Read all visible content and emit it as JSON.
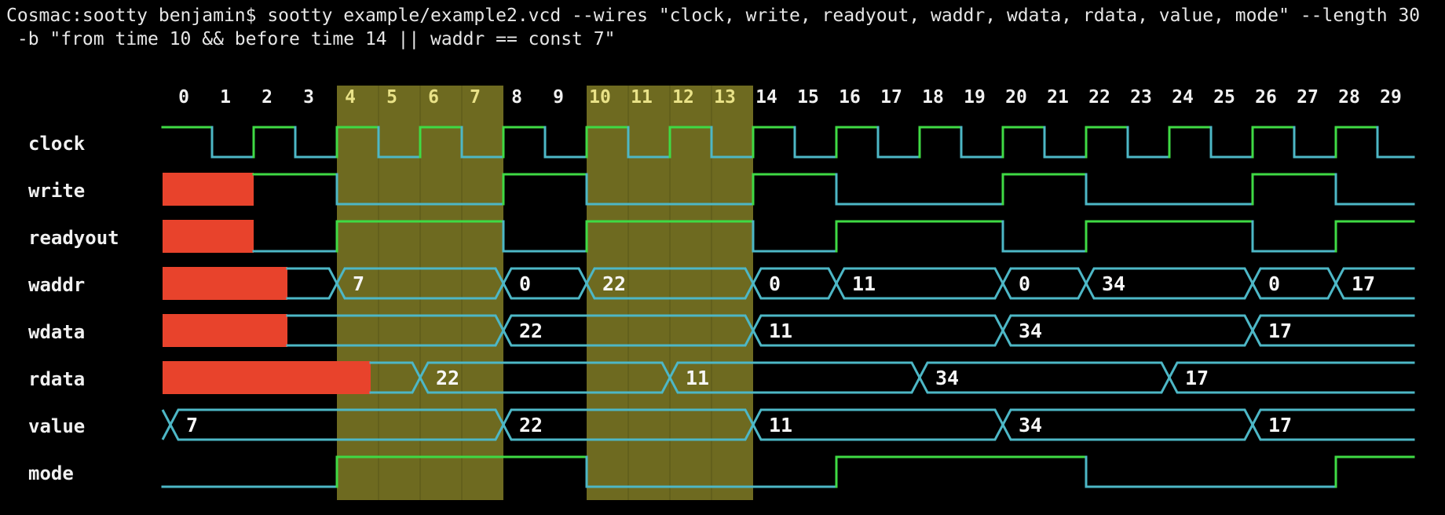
{
  "terminal": {
    "line1": "Cosmac:sootty benjamin$ sootty example/example2.vcd --wires \"clock, write, readyout, waddr, wdata, rdata, value, mode\" --length 30",
    "line2": " -b \"from time 10 && before time 14 || waddr == const 7\""
  },
  "colors": {
    "background": "#000000",
    "high_green": "#3fda44",
    "low_teal": "#4db7c6",
    "undefined_red": "#e8432c",
    "highlight_olive": "#6e6a20",
    "axis_text": "#f0f0f0",
    "axis_text_highlighted": "#e9e287",
    "signal_text": "#f0f0f0",
    "bus_text": "#f7f7f7"
  },
  "axis": {
    "ticks": [
      0,
      1,
      2,
      3,
      4,
      5,
      6,
      7,
      8,
      9,
      10,
      11,
      12,
      13,
      14,
      15,
      16,
      17,
      18,
      19,
      20,
      21,
      22,
      23,
      24,
      25,
      26,
      27,
      28,
      29
    ],
    "highlighted_ticks": [
      4,
      5,
      6,
      7,
      10,
      11,
      12,
      13
    ]
  },
  "breakpoint_highlights": [
    {
      "from_time": 4,
      "to_time": 8
    },
    {
      "from_time": 10,
      "to_time": 14
    }
  ],
  "signals": [
    {
      "name": "clock",
      "type": "binary",
      "wave": "101010101010101010101010101010"
    },
    {
      "name": "write",
      "type": "binary",
      "wave": "xx1100001100001100001100001100"
    },
    {
      "name": "readyout",
      "type": "binary",
      "wave": "xx0011110011110011110011110011"
    },
    {
      "name": "waddr",
      "type": "bus",
      "segments": [
        [
          "x",
          0,
          3
        ],
        [
          "",
          3,
          4
        ],
        [
          "7",
          4,
          8
        ],
        [
          "0",
          8,
          10
        ],
        [
          "22",
          10,
          14
        ],
        [
          "0",
          14,
          16
        ],
        [
          "11",
          16,
          20
        ],
        [
          "0",
          20,
          22
        ],
        [
          "34",
          22,
          26
        ],
        [
          "0",
          26,
          28
        ],
        [
          "17",
          28,
          30
        ]
      ]
    },
    {
      "name": "wdata",
      "type": "bus",
      "segments": [
        [
          "x",
          0,
          3
        ],
        [
          "",
          3,
          8
        ],
        [
          "22",
          8,
          14
        ],
        [
          "11",
          14,
          20
        ],
        [
          "34",
          20,
          26
        ],
        [
          "17",
          26,
          30
        ]
      ]
    },
    {
      "name": "rdata",
      "type": "bus",
      "segments": [
        [
          "x",
          0,
          5
        ],
        [
          "",
          5,
          6
        ],
        [
          "22",
          6,
          12
        ],
        [
          "11",
          12,
          18
        ],
        [
          "34",
          18,
          24
        ],
        [
          "17",
          24,
          30
        ]
      ]
    },
    {
      "name": "value",
      "type": "bus",
      "segments": [
        [
          "7",
          0,
          8
        ],
        [
          "22",
          8,
          14
        ],
        [
          "11",
          14,
          20
        ],
        [
          "34",
          20,
          26
        ],
        [
          "17",
          26,
          30
        ]
      ]
    },
    {
      "name": "mode",
      "type": "binary",
      "wave": "000011111100000011111100000011"
    }
  ]
}
